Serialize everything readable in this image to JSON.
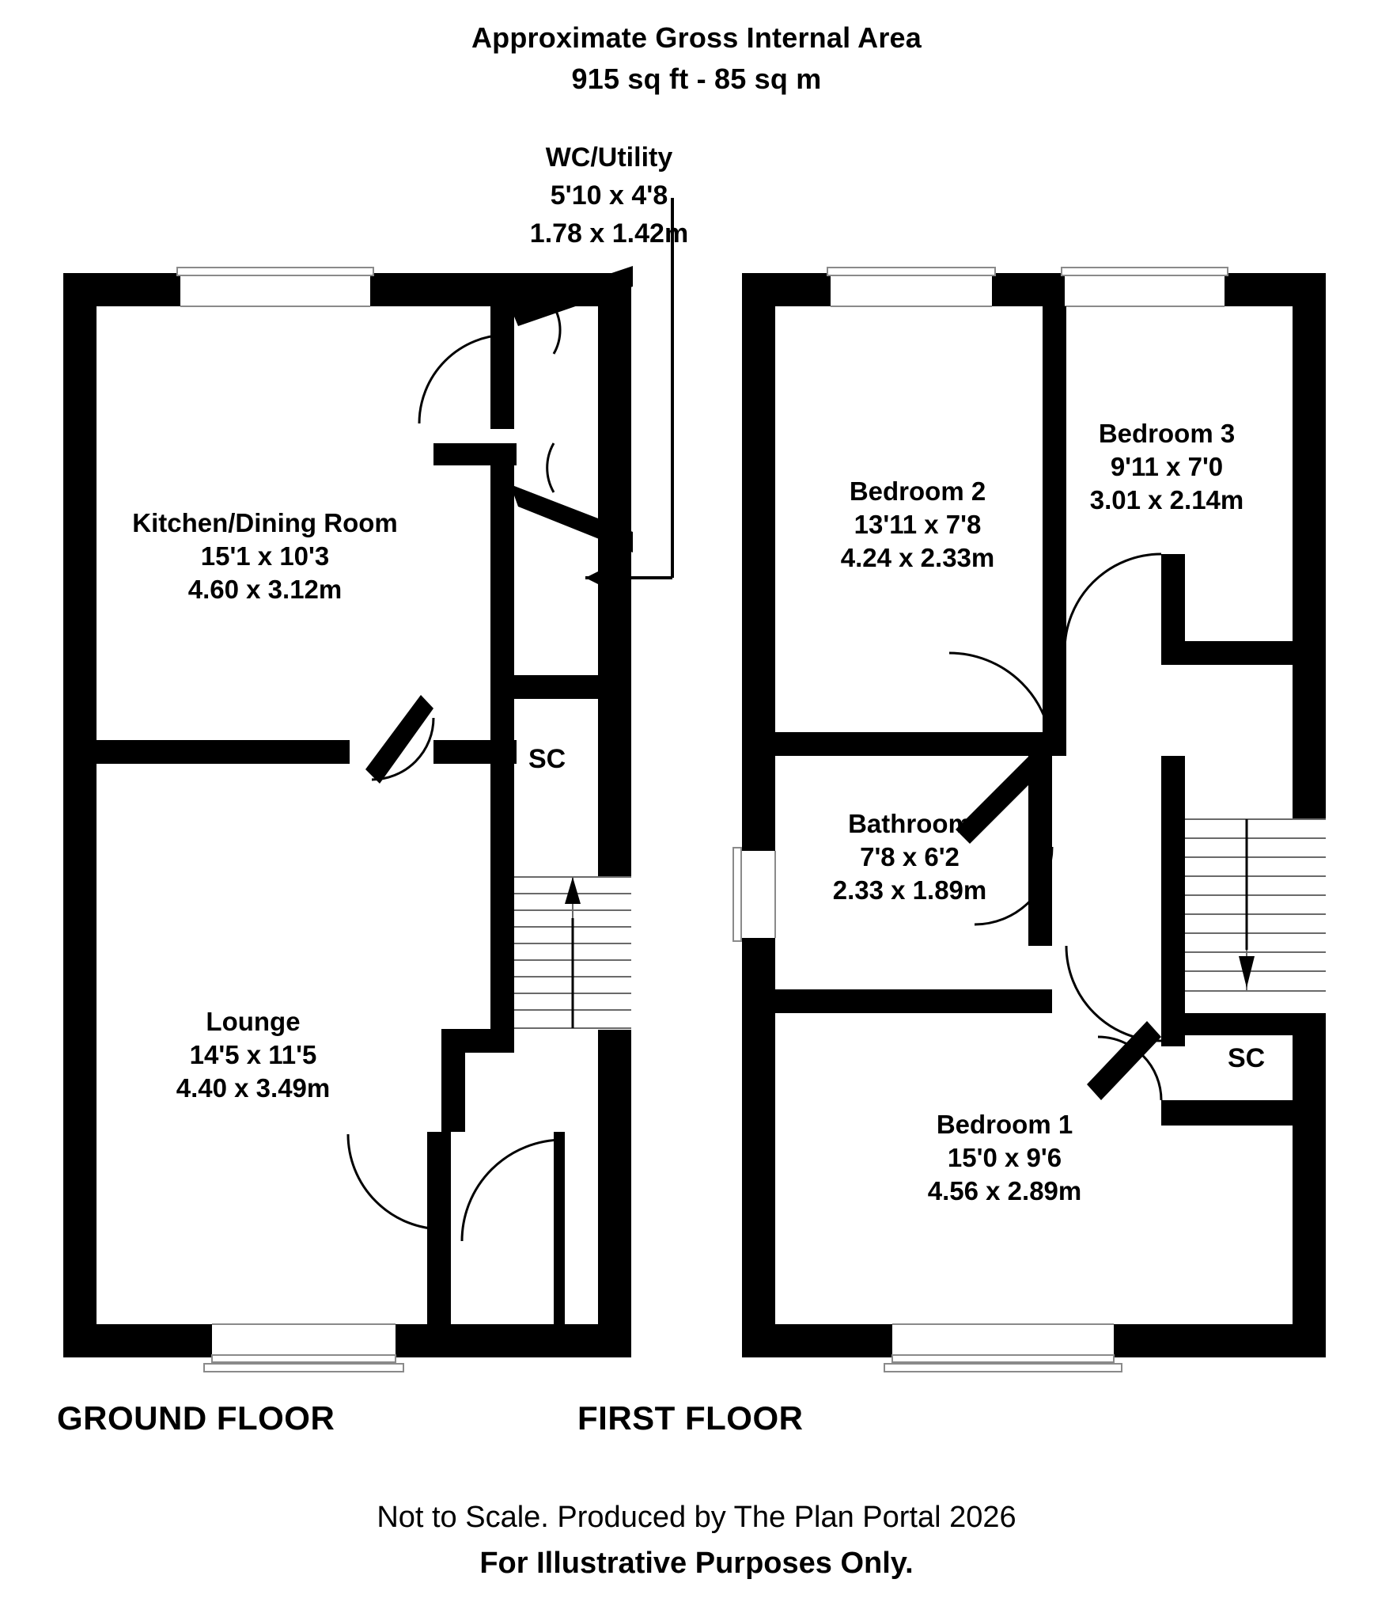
{
  "header": {
    "line1": "Approximate Gross Internal Area",
    "line2": "915 sq ft - 85 sq m"
  },
  "wc_utility": {
    "name": "WC/Utility",
    "imperial": "5'10 x 4'8",
    "metric": "1.78 x 1.42m"
  },
  "floors": [
    {
      "caption": "GROUND FLOOR",
      "rooms": [
        {
          "name": "Kitchen/Dining Room",
          "imperial": "15'1 x 10'3",
          "metric": "4.60 x 3.12m"
        },
        {
          "name": "Lounge",
          "imperial": "14'5 x 11'5",
          "metric": "4.40 x 3.49m"
        }
      ],
      "storage_label": "SC"
    },
    {
      "caption": "FIRST FLOOR",
      "rooms": [
        {
          "name": "Bedroom 2",
          "imperial": "13'11 x 7'8",
          "metric": "4.24 x 2.33m"
        },
        {
          "name": "Bedroom 3",
          "imperial": "9'11 x 7'0",
          "metric": "3.01 x 2.14m"
        },
        {
          "name": "Bathroom",
          "imperial": "7'8 x 6'2",
          "metric": "2.33 x 1.89m"
        },
        {
          "name": "Bedroom 1",
          "imperial": "15'0 x 9'6",
          "metric": "4.56 x 2.89m"
        }
      ],
      "storage_label": "SC"
    }
  ],
  "footer": {
    "line1": "Not to Scale. Produced by The Plan Portal 2026",
    "line2": "For Illustrative Purposes Only."
  },
  "colors": {
    "wall": "#000000",
    "background": "#ffffff",
    "line": "#000000",
    "window_outline": "#808080"
  }
}
